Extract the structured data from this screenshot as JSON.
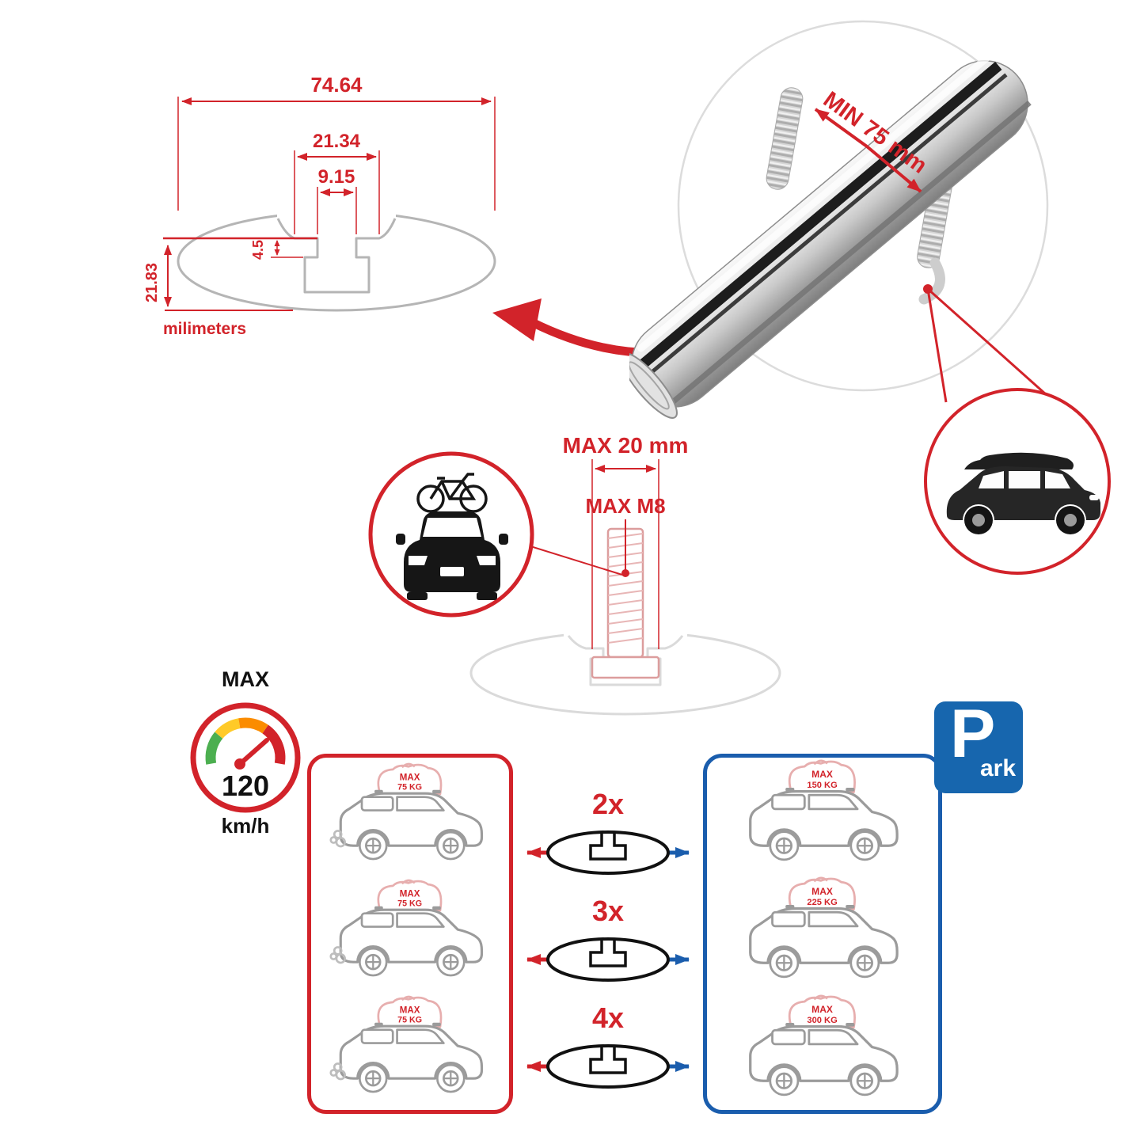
{
  "colors": {
    "red": "#d2232a",
    "blue": "#1a5dad",
    "park_blue": "#1766ae",
    "drawing_gray": "#b5b5b5"
  },
  "tech_drawing": {
    "dim_total_width": "74.64",
    "dim_channel_width": "21.34",
    "dim_slot_width": "9.15",
    "dim_slot_depth": "4.5",
    "dim_height": "21.83",
    "units_label": "milimeters"
  },
  "bar_detail": {
    "min_clearance_label": "MIN 75 mm"
  },
  "bolt_detail": {
    "max_width_label": "MAX 20 mm",
    "max_thread_label": "MAX M8"
  },
  "speedometer": {
    "label": "MAX",
    "value": "120",
    "units": "km/h"
  },
  "left_panel": {
    "loads": [
      {
        "label": "MAX",
        "weight": "75 KG"
      },
      {
        "label": "MAX",
        "weight": "75 KG"
      },
      {
        "label": "MAX",
        "weight": "75 KG"
      }
    ]
  },
  "multipliers": [
    {
      "count": "2x"
    },
    {
      "count": "3x"
    },
    {
      "count": "4x"
    }
  ],
  "right_panel": {
    "loads": [
      {
        "label": "MAX",
        "weight": "150 KG"
      },
      {
        "label": "MAX",
        "weight": "225 KG"
      },
      {
        "label": "MAX",
        "weight": "300 KG"
      }
    ],
    "park_sign": {
      "letter": "P",
      "rest": "ark"
    }
  }
}
